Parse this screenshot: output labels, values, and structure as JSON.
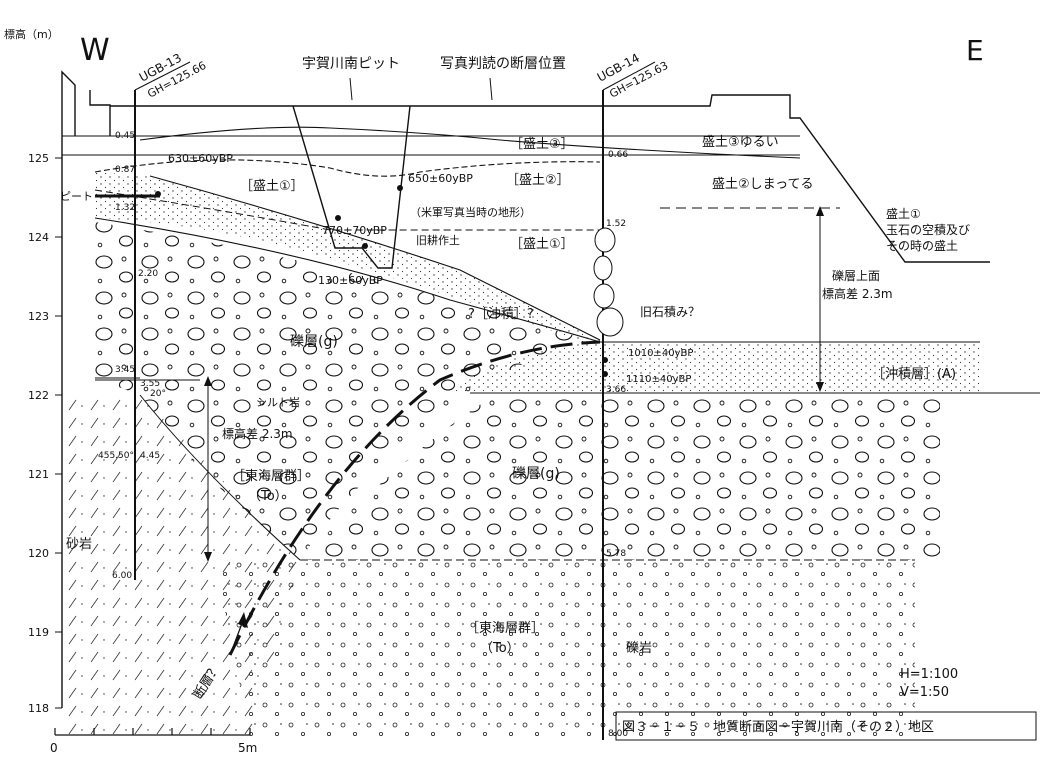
{
  "header": {
    "axis_label": "標高（m）",
    "west": "W",
    "east": "E"
  },
  "boreholes": {
    "ugb13": {
      "name": "UGB-13",
      "gh": "GH=125.66"
    },
    "ugb14": {
      "name": "UGB-14",
      "gh": "GH=125.63"
    }
  },
  "y_ticks": [
    "125",
    "124",
    "123",
    "122",
    "121",
    "120",
    "119",
    "118"
  ],
  "depth_marks": {
    "d045": "0.45",
    "d087": "0.87",
    "d132": "1.32",
    "d220": "2.20",
    "d345": "3.45",
    "d355": "3.55",
    "d066": "0.66",
    "d152": "1.52",
    "d366": "3.66",
    "d445": "4.45",
    "d455": "455.50°",
    "d20": "20°",
    "d578": "5.78",
    "d600": "6.00",
    "d800": "8.00"
  },
  "labels": {
    "pit": "宇賀川南ピット",
    "fault_position": "写真判読の断層位置",
    "fill3": "［盛土③］",
    "fill3_loose": "盛土③ゆるい",
    "fill2": "［盛土②］",
    "fill2_firm": "盛土②しまってる",
    "fill1_a": "［盛土①］",
    "fill1_b": "［盛土①］",
    "fill1_note1": "盛土①",
    "fill1_note2": "玉石の空積及び",
    "fill1_note3": "その時の盛土",
    "peat": "ピート",
    "age630": "630±60yBP",
    "age650": "650±60yBP",
    "us_photo": "（米軍写真当時の地形）",
    "age770": "770±70yBP",
    "old_soil": "旧耕作土",
    "age130": "130±60yBP",
    "gravel_top1": "礫層上面",
    "gravel_top2": "標高差 2.3m",
    "alluvium_q": "?［沖積］?",
    "old_wall": "旧石積み？",
    "age1010": "1010±40yBP",
    "age1110": "1110±40yBP",
    "alluvium_a": "［沖積層］(A)",
    "gravel_g1": "礫層(g)",
    "gravel_g2": "礫層(g)",
    "siltstone": "シルト岩",
    "elev_diff": "標高差 2.3m",
    "tokai1": "［東海層群］",
    "to1": "（To）",
    "tokai2": "［東海層群］",
    "to2": "（To）",
    "sandstone": "砂岩",
    "conglomerate": "礫岩",
    "fault_q": "断層？",
    "scale_h": "H=1:100",
    "scale_v": "V=1:50",
    "caption": "図３－１－５　地質断面図ー宇賀川南（その２）地区",
    "scale_0": "0",
    "scale_5m": "5m"
  }
}
